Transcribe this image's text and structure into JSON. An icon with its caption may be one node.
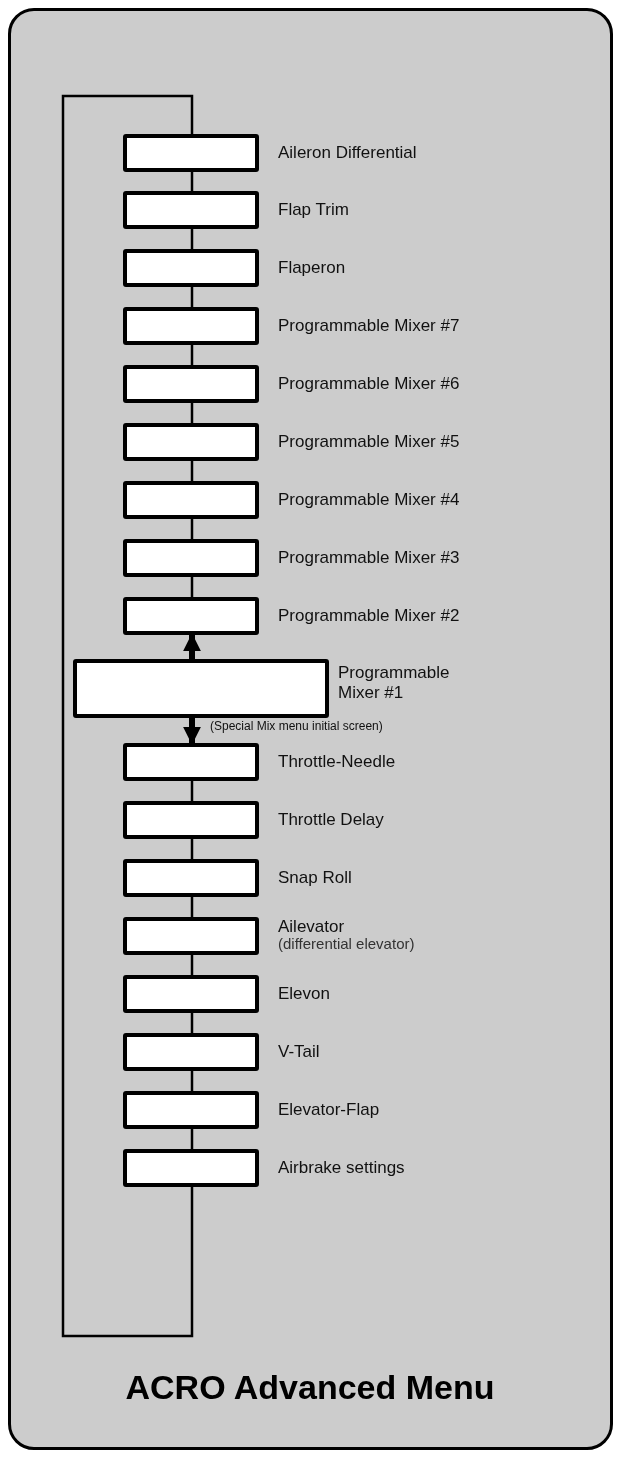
{
  "diagram": {
    "title": "ACRO Advanced Menu",
    "nodes": [
      {
        "text": [
          "Aileron Differential"
        ]
      },
      {
        "text": [
          "Flap Trim"
        ]
      },
      {
        "text": [
          "Flaperon"
        ]
      },
      {
        "text": [
          "Programmable Mixer #7"
        ]
      },
      {
        "text": [
          "Programmable Mixer #6"
        ]
      },
      {
        "text": [
          "Programmable Mixer #5"
        ]
      },
      {
        "text": [
          "Programmable Mixer #4"
        ]
      },
      {
        "text": [
          "Programmable Mixer #3"
        ]
      },
      {
        "text": [
          "Programmable Mixer #2"
        ]
      },
      {
        "text": [
          "Programmable Mixer #1"
        ],
        "beside": [
          "(Special Mix menu initial screen)"
        ]
      },
      {
        "text": [
          "Throttle-Needle"
        ]
      },
      {
        "text": [
          "Throttle Delay"
        ]
      },
      {
        "text": [
          "Snap Roll"
        ]
      },
      {
        "text": [
          "Ailevator",
          "(differential elevator)"
        ]
      },
      {
        "text": [
          "Elevon"
        ]
      },
      {
        "text": [
          "V-Tail"
        ]
      },
      {
        "text": [
          "Elevator-Flap"
        ]
      },
      {
        "text": [
          "Airbrake settings"
        ]
      }
    ],
    "edges": [
      {
        "from": 0,
        "to": 1,
        "arrow": "none"
      },
      {
        "from": 1,
        "to": 2,
        "arrow": "none"
      },
      {
        "from": 2,
        "to": 3,
        "arrow": "none"
      },
      {
        "from": 3,
        "to": 4,
        "arrow": "none"
      },
      {
        "from": 4,
        "to": 5,
        "arrow": "none"
      },
      {
        "from": 5,
        "to": 6,
        "arrow": "none"
      },
      {
        "from": 6,
        "to": 7,
        "arrow": "none"
      },
      {
        "from": 7,
        "to": 8,
        "arrow": "none"
      },
      {
        "from": 9,
        "to": 8,
        "arrow": "to",
        "style": "thick"
      },
      {
        "from": 9,
        "to": 10,
        "arrow": "to",
        "style": "thick"
      },
      {
        "from": 10,
        "to": 11,
        "arrow": "none"
      },
      {
        "from": 11,
        "to": 12,
        "arrow": "none"
      },
      {
        "from": 12,
        "to": 13,
        "arrow": "none"
      },
      {
        "from": 13,
        "to": 14,
        "arrow": "none"
      },
      {
        "from": 14,
        "to": 15,
        "arrow": "none"
      },
      {
        "from": 15,
        "to": 16,
        "arrow": "none"
      },
      {
        "from": 16,
        "to": 17,
        "arrow": "none"
      },
      {
        "from": 17,
        "to": 0,
        "arrow": "none"
      }
    ]
  }
}
